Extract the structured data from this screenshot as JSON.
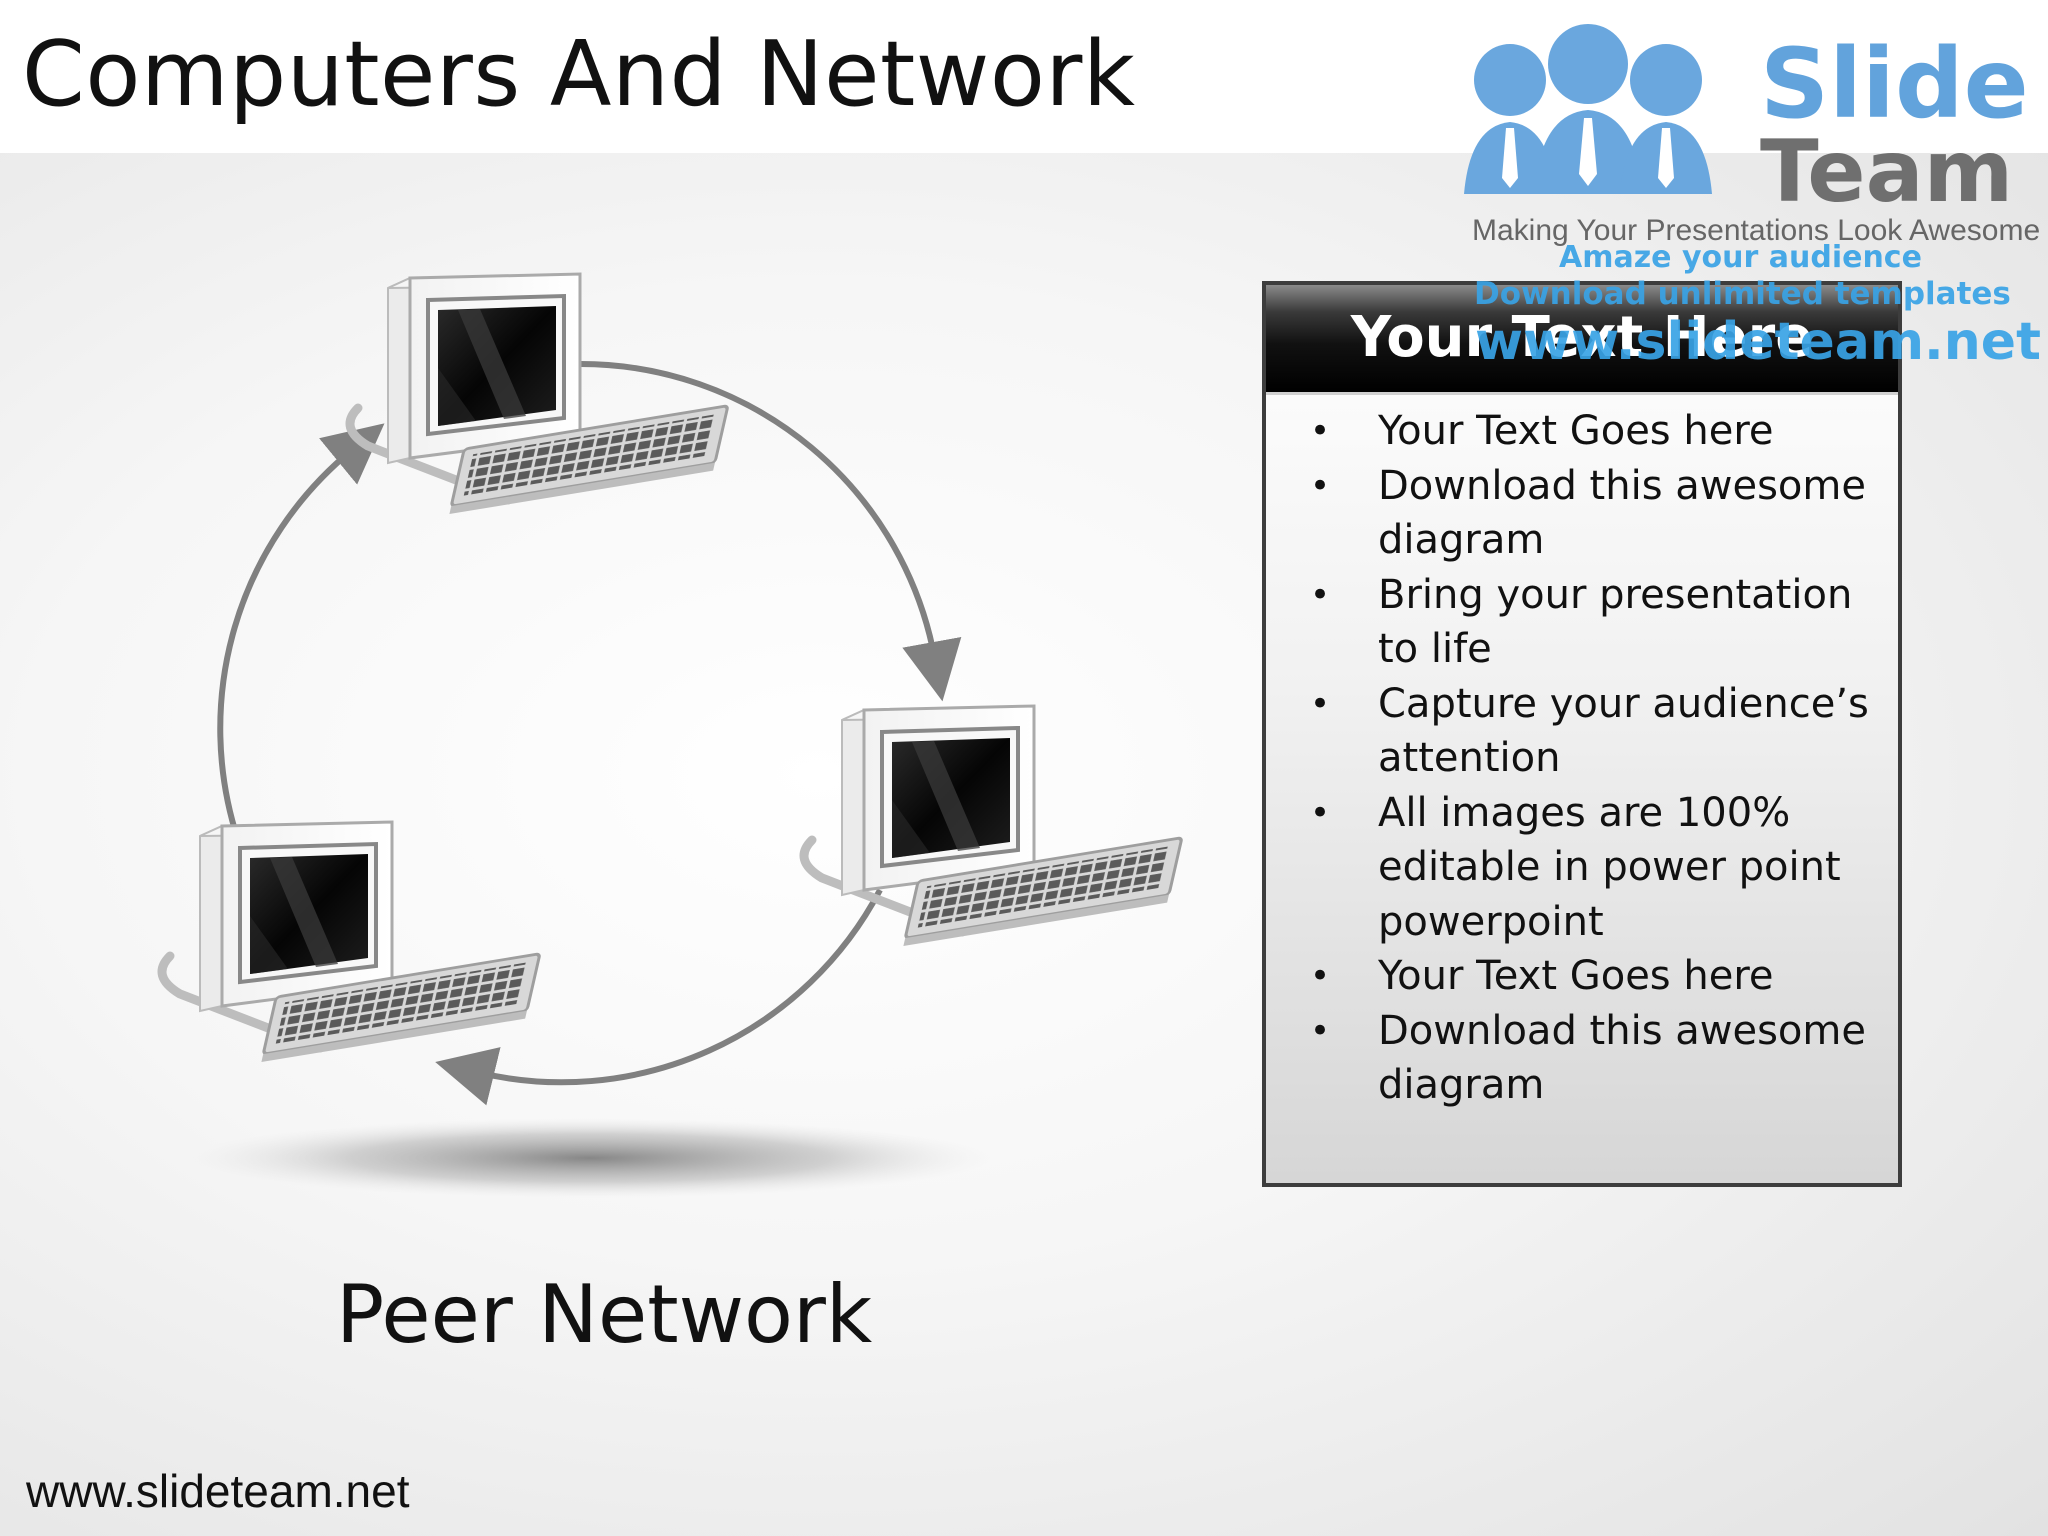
{
  "slide": {
    "title": "Computers And Network",
    "footer_url": "www.slideteam.net"
  },
  "diagram": {
    "caption": "Peer Network",
    "nodes": [
      "computer-top",
      "computer-right",
      "computer-left"
    ],
    "arrow_color": "#808080"
  },
  "text_box": {
    "title": "Your Text Here",
    "bullets": [
      "Your Text Goes here",
      "Download this awesome diagram",
      "Bring your presentation to life",
      "Capture your audience’s attention",
      "All images are 100% editable in power point powerpoint",
      "Your Text Goes here",
      "Download this awesome diagram"
    ]
  },
  "logo": {
    "word1": "Slide",
    "word2": "Team",
    "tagline": "Making Your Presentations Look Awesome",
    "brand_color": "#62a3dc"
  },
  "watermark": {
    "line1": "Amaze your audience",
    "line2": "Download unlimited templates",
    "line3": "www.slideteam.net",
    "color": "#39a3e6"
  }
}
